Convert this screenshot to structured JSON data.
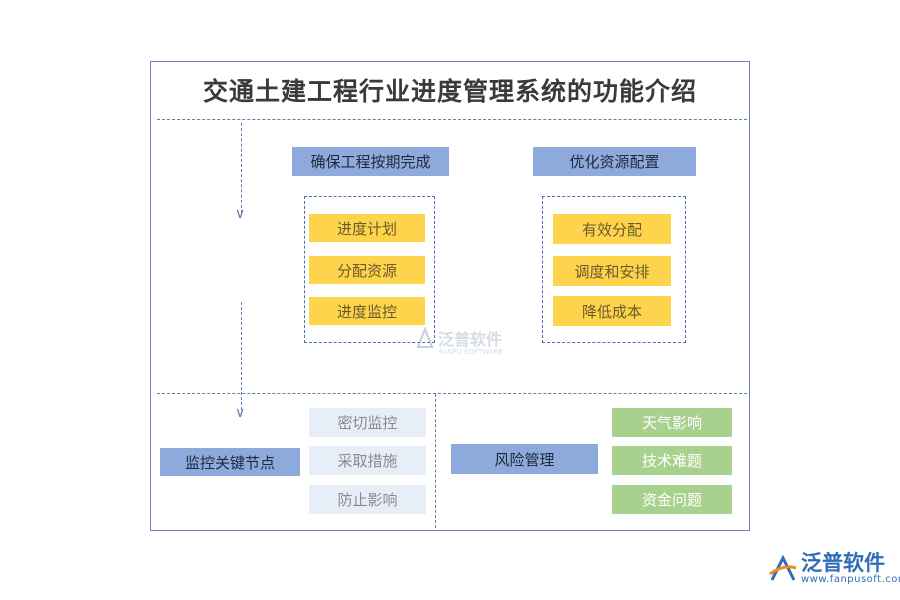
{
  "title": "交通土建工程行业进度管理系统的功能介绍",
  "top_left": {
    "header": "确保工程按期完成",
    "items": [
      "进度计划",
      "分配资源",
      "进度监控"
    ]
  },
  "top_right": {
    "header": "优化资源配置",
    "items": [
      "有效分配",
      "调度和安排",
      "降低成本"
    ]
  },
  "bottom_left": {
    "header": "监控关键节点",
    "items": [
      "密切监控",
      "采取措施",
      "防止影响"
    ]
  },
  "bottom_right": {
    "header": "风险管理",
    "items": [
      "天气影响",
      "技术难题",
      "资金问题"
    ]
  },
  "watermark": {
    "name": "泛普软件",
    "sub": "FANPU SOFTWARE"
  },
  "logo": {
    "name": "泛普软件",
    "url": "www.fanpusoft.com"
  },
  "colors": {
    "border": "#6b84b5",
    "header_blue": "#8ea9dc",
    "item_yellow": "#ffd44d",
    "item_light": "#e8eef8",
    "item_green": "#a9d18e",
    "logo_orange": "#f08a24",
    "logo_blue": "#2f6db5"
  }
}
